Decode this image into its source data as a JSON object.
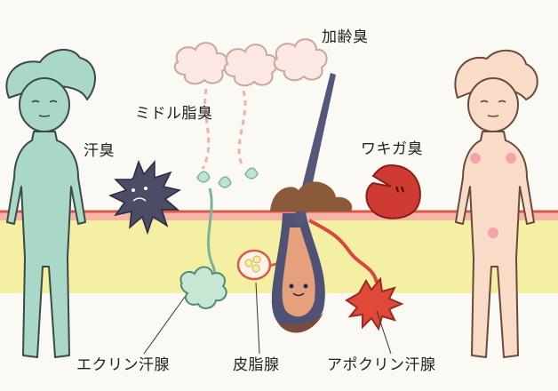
{
  "labels": {
    "aging_odor": "加齢臭",
    "middle_odor": "ミドル脂臭",
    "sweat_odor": "汗臭",
    "armpit_odor": "ワキガ臭",
    "eccrine_gland": "エクリン汗腺",
    "sebaceous_gland": "皮脂腺",
    "apocrine_gland": "アポクリン汗腺"
  },
  "colors": {
    "background": "#fbf9f4",
    "skin_layer": "#f5efa4",
    "skin_line": "#d9594a",
    "left_figure": "#a9d8c8",
    "right_figure": "#f8dcc8",
    "hair_shaft": "#55577a",
    "hair_follicle": "#4f5274",
    "hair_root": "#7a4b3a",
    "sebaceous_bulb": "#e2664c",
    "apocrine_duct": "#d9483c",
    "odor_cloud": "#fbe7e3",
    "eccrine_coil": "#c8e6d4",
    "sweat_germ": "#4b4d66",
    "armpit_blob": "#cf3a33"
  },
  "icons": {
    "sweat_odor": "spiky-germ-icon",
    "armpit_odor": "red-blob-icon",
    "clouds": "odor-cloud-icon"
  }
}
